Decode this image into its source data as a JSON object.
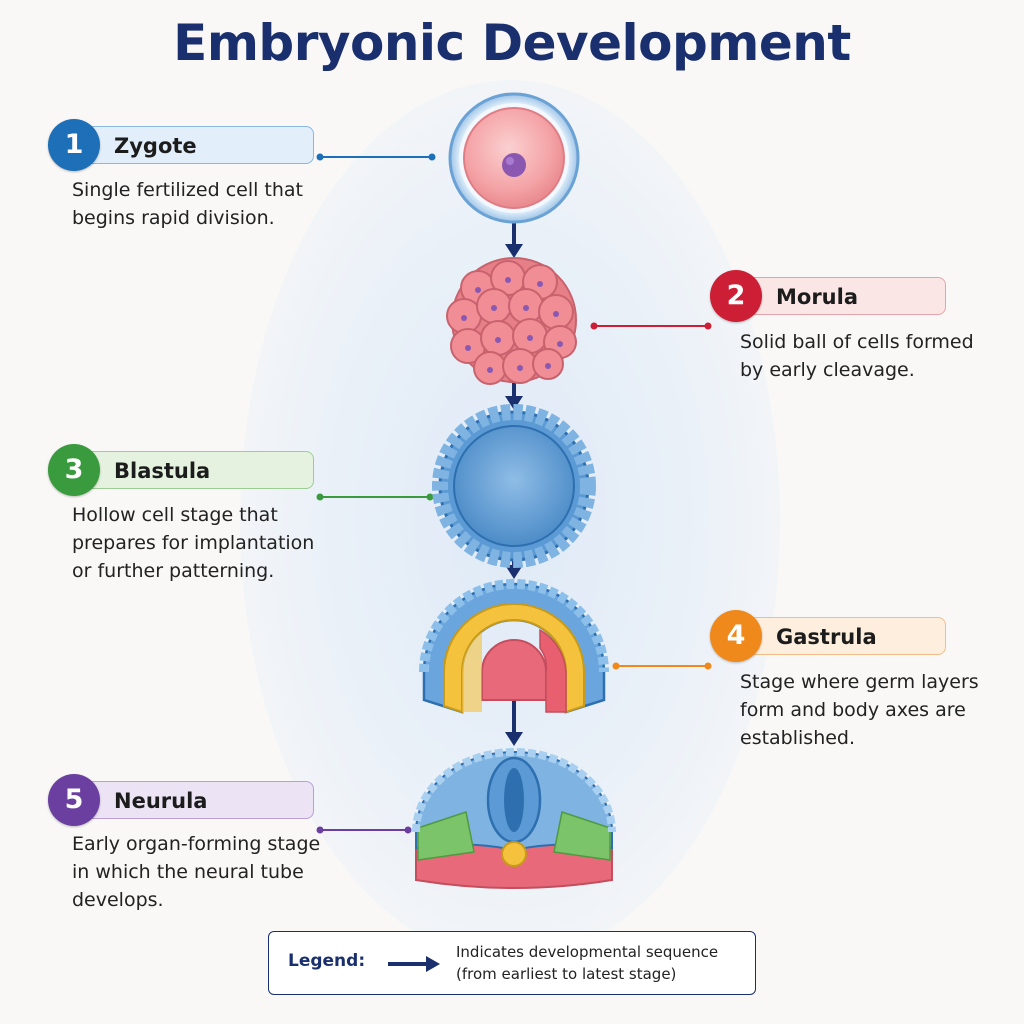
{
  "title": "Embryonic Development",
  "stages": [
    {
      "number": "1",
      "name": "Zygote",
      "description": "Single fertilized cell that\nbegins rapid division.",
      "color": "#1d6fb8"
    },
    {
      "number": "2",
      "name": "Morula",
      "description": "Solid ball of cells formed\nby early cleavage.",
      "color": "#cc1f35"
    },
    {
      "number": "3",
      "name": "Blastula",
      "description": "Hollow cell stage that\nprepares for implantation\nor further patterning.",
      "color": "#3a9a3e"
    },
    {
      "number": "4",
      "name": "Gastrula",
      "description": "Stage where germ layers\nform and body axes are\nestablished.",
      "color": "#f0891c"
    },
    {
      "number": "5",
      "name": "Neurula",
      "description": "Early organ-forming stage\nin which the neural tube\ndevelops.",
      "color": "#6b3fa0"
    }
  ],
  "legend": {
    "label": "Legend:",
    "text": "Indicates developmental sequence\n(from earliest to latest stage)"
  }
}
